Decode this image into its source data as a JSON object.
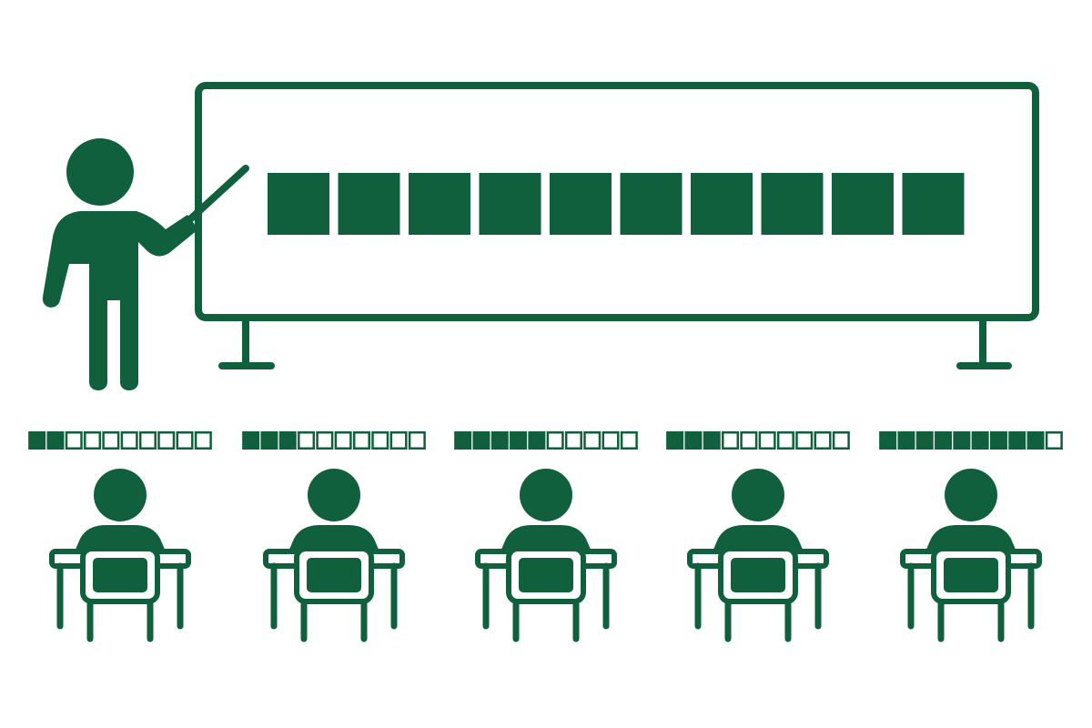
{
  "colors": {
    "ink": "#11603d",
    "background": "#ffffff"
  },
  "whiteboard": {
    "segments_total": 10,
    "segments_filled": 10
  },
  "students": [
    {
      "progress_filled": 2,
      "progress_total": 10
    },
    {
      "progress_filled": 3,
      "progress_total": 10
    },
    {
      "progress_filled": 5,
      "progress_total": 10
    },
    {
      "progress_filled": 3,
      "progress_total": 10
    },
    {
      "progress_filled": 9,
      "progress_total": 10
    }
  ]
}
